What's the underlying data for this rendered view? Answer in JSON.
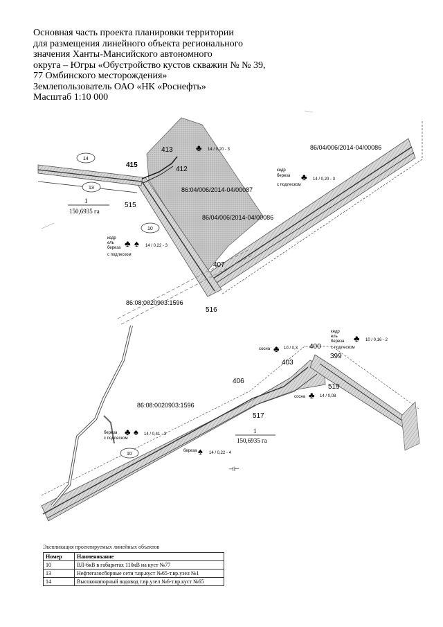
{
  "title": {
    "lines": [
      "Основная часть проекта планировки территории",
      "для размещения линейного объекта регионального",
      "значения Ханты-Мансийского автономного",
      "округа – Югры «Обустройство кустов скважин № № 39,",
      "77 Омбинского  месторождения»",
      "Землепользователь ОАО «НК «Роснефть»",
      "Масштаб 1:10 000"
    ]
  },
  "map": {
    "top": {
      "points": [
        "413",
        "415",
        "412",
        "515",
        "407",
        "516"
      ],
      "circles": [
        "14",
        "13",
        "10"
      ],
      "cadastral": [
        "86/04/006/2014-04/00086",
        "86:04/006/2014-04/00087",
        "86/04/006/2014-04/00086",
        "86:08:0020903:1596"
      ],
      "area_num": "1",
      "area_value": "150,6935 га",
      "forest_labels": [
        {
          "species": [
            "кедр",
            "береза",
            "с подлеском"
          ],
          "fraction": "14 / 0,20 - 3"
        },
        {
          "species": [
            "кедр",
            "ель",
            "береза",
            "с подлеском"
          ],
          "fraction": "14 / 0,22 - 3"
        },
        {
          "species": [],
          "fraction": "14 / 0,20 - 3"
        }
      ]
    },
    "bottom": {
      "points": [
        "400",
        "399",
        "403",
        "406",
        "519",
        "517"
      ],
      "circles": [
        "10"
      ],
      "cadastral": [
        "86:08:0020903:1596"
      ],
      "area_num": "1",
      "area_value": "150,6935 га",
      "forest_labels": [
        {
          "species": [
            "сосна"
          ],
          "fraction": "10 / 0,3"
        },
        {
          "species": [
            "кедр",
            "ель",
            "береза",
            "с подлеском"
          ],
          "fraction": "10 / 0,16 - 2"
        },
        {
          "species": [
            "сосна"
          ],
          "fraction": "14 / 0,08"
        },
        {
          "species": [
            "береза",
            "с подлеском"
          ],
          "fraction": "14 / 0,41 - 3"
        },
        {
          "species": [
            "береза"
          ],
          "fraction": "14 / 0,22 - 4"
        }
      ],
      "symbol": "⊣⊢"
    }
  },
  "legend": {
    "caption": "Экспликация проектируемых линейных объектов",
    "headers": [
      "Номер",
      "Наименование"
    ],
    "rows": [
      [
        "10",
        "ВЛ-6кВ в габаритах 110кВ на куст №77"
      ],
      [
        "13",
        "Нефтегазосборные сети т.вр.куст №65-т.вр.узел №1"
      ],
      [
        "14",
        "Высоконапорный водовод т.вр.узел №6-т.вр.куст №65"
      ]
    ]
  }
}
